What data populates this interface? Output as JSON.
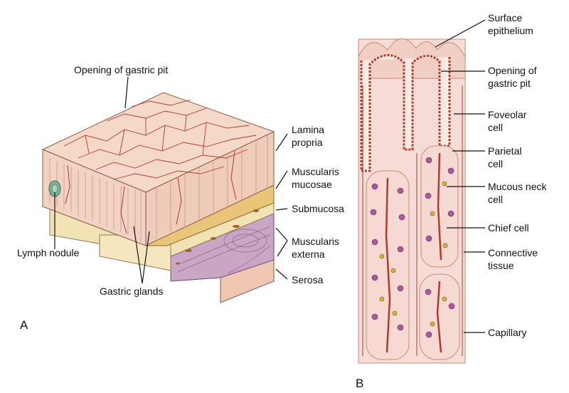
{
  "panel_a": {
    "letter": "A",
    "labels": {
      "opening_gastric_pit": "Opening of gastric pit",
      "lamina_propria": "Lamina\npropria",
      "muscularis_mucosae": "Muscularis\nmucosae",
      "submucosa": "Submucosa",
      "muscularis_externa": "Muscularis\nexterna",
      "serosa": "Serosa",
      "lymph_nodule": "Lymph nodule",
      "gastric_glands": "Gastric glands"
    }
  },
  "panel_b": {
    "letter": "B",
    "labels": {
      "surface_epithelium": "Surface\nepithelium",
      "opening_gastric_pit": "Opening of\ngastric pit",
      "foveolar_cell": "Foveolar\ncell",
      "parietal_cell": "Parietal\ncell",
      "mucous_neck_cell": "Mucous neck\ncell",
      "chief_cell": "Chief cell",
      "connective_tissue": "Connective\ntissue",
      "capillary": "Capillary"
    }
  },
  "colors": {
    "mucosa": "#f2d2c2",
    "mucosa_line": "#c98a7a",
    "vessel": "#b23a2a",
    "submucosa": "#f3e2b4",
    "muscularis_mucosae": "#e9c57a",
    "muscle": "#c9a6c6",
    "serosa": "#efc7b2",
    "parietal": "#a85a9a",
    "chief": "#d8b13a",
    "gland_fill": "#f6d9d2"
  }
}
